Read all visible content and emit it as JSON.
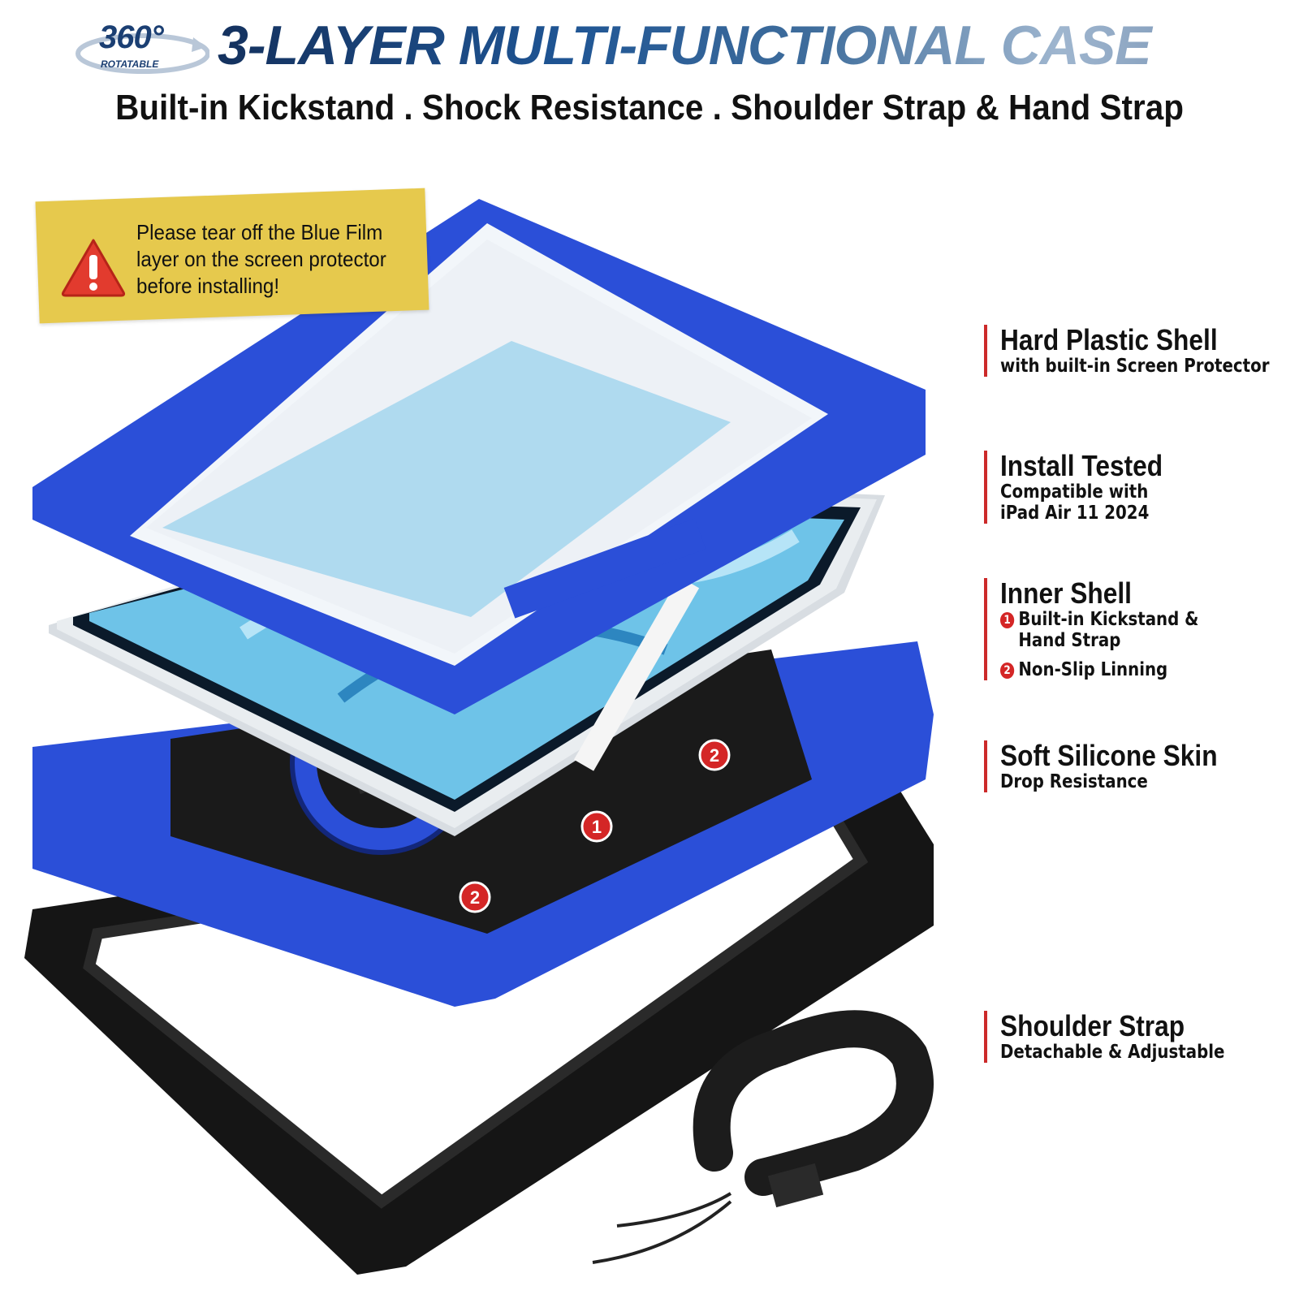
{
  "header": {
    "badge_value": "360°",
    "badge_label": "ROTATABLE",
    "title": "3-LAYER MULTI-FUNCTIONAL CASE",
    "subtitle": "Built-in Kickstand . Shock Resistance . Shoulder Strap & Hand Strap"
  },
  "warning": {
    "line1": "Please tear off the Blue Film",
    "line2": "layer on the screen protector",
    "line3": "before installing!"
  },
  "features": [
    {
      "title": "Hard Plastic Shell",
      "sub": [
        "with built-in Screen Protector"
      ]
    },
    {
      "title": "Install Tested",
      "sub": [
        "Compatible with",
        "iPad Air 11 2024"
      ]
    },
    {
      "title": "Inner Shell",
      "items": [
        {
          "num": "1",
          "text1": "Built-in Kickstand &",
          "text2": "Hand Strap"
        },
        {
          "num": "2",
          "text1": "Non-Slip Linning"
        }
      ]
    },
    {
      "title": "Soft Silicone Skin",
      "sub": [
        "Drop Resistance"
      ]
    },
    {
      "title": "Shoulder Strap",
      "sub": [
        "Detachable & Adjustable"
      ]
    }
  ],
  "callouts": [
    "1",
    "2",
    "2"
  ],
  "colors": {
    "case_blue": "#2b4fd8",
    "accent_red": "#d42626",
    "tape_yellow": "#e6c94d",
    "skin_black": "#151515"
  }
}
